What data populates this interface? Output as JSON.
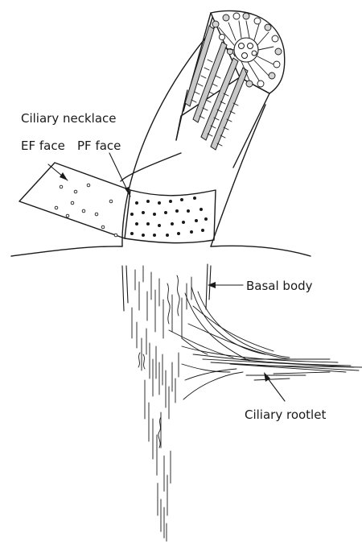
{
  "labels": {
    "ciliary_necklace": "Ciliary necklace",
    "ef_face": "EF face",
    "pf_face": "PF face",
    "basal_body": "Basal body",
    "ciliary_rootlet": "Ciliary rootlet"
  },
  "colors": {
    "ink": "#1a1a1a",
    "microtubule_fill": "#c8c8c8",
    "vesicle_fill": "#d4d4d4",
    "background": "#ffffff"
  }
}
